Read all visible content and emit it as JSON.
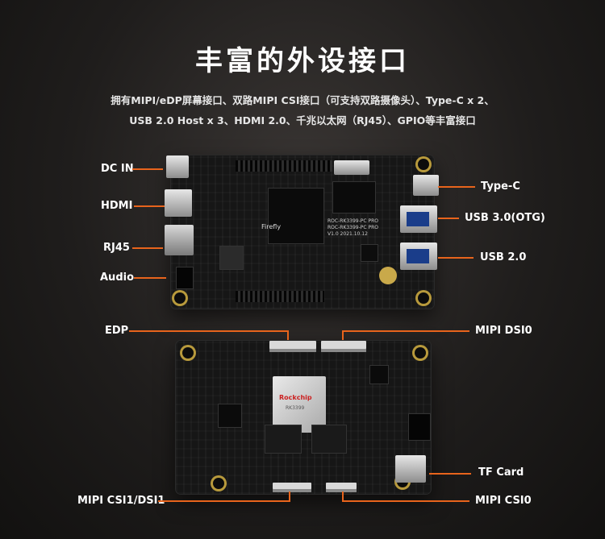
{
  "title": "丰富的外设接口",
  "subtitle_line1": "拥有MIPI/eDP屏幕接口、双路MIPI CSI接口（可支持双路摄像头）、Type-C x 2、",
  "subtitle_line2": "USB 2.0 Host x 3、HDMI 2.0、千兆以太网（RJ45）、GPIO等丰富接口",
  "top_board": {
    "left_labels": [
      "DC IN",
      "HDMI",
      "RJ45",
      "Audio"
    ],
    "right_labels": [
      "Type-C",
      "USB 3.0(OTG)",
      "USB 2.0"
    ],
    "logo_text": "Firefly",
    "silk_text": [
      "ROC-RK3399-PC PRO",
      "ROC-RK3399-PC PRO",
      "V1.0 2021.10.12"
    ]
  },
  "bottom_board": {
    "top_labels": [
      "EDP",
      "MIPI DSI0"
    ],
    "right_labels": [
      "TF Card"
    ],
    "bottom_labels": [
      "MIPI CSI1/DSI1",
      "MIPI CSI0"
    ],
    "soc_brand": "Rockchip",
    "soc_model": "RK3399"
  },
  "colors": {
    "accent": "#e8641c",
    "background": "#1f1d1c"
  }
}
